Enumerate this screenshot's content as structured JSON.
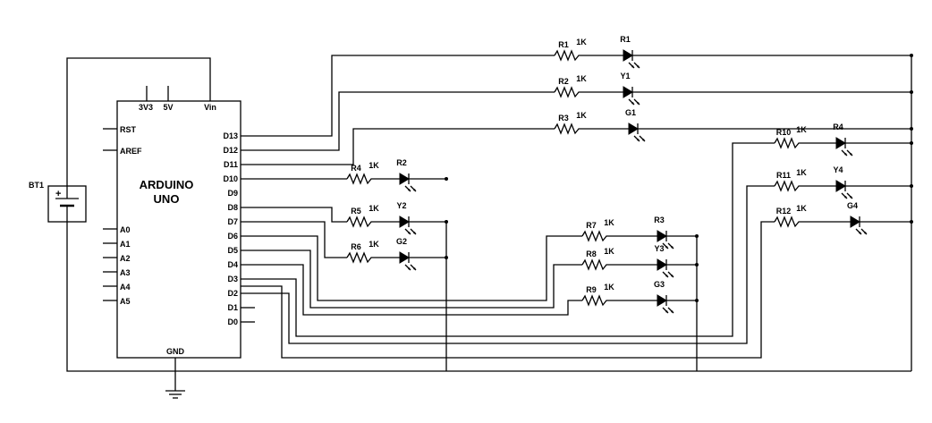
{
  "board": {
    "name_line1": "ARDUINO",
    "name_line2": "UNO",
    "top_pins": [
      "3V3",
      "5V",
      "Vin"
    ],
    "left_pins": [
      "RST",
      "AREF",
      "A0",
      "A1",
      "A2",
      "A3",
      "A4",
      "A5"
    ],
    "right_pins": [
      "D13",
      "D12",
      "D11",
      "D10",
      "D9",
      "D8",
      "D7",
      "D6",
      "D5",
      "D4",
      "D3",
      "D2",
      "D1",
      "D0"
    ],
    "bottom_pin": "GND"
  },
  "battery": {
    "label": "BT1",
    "plus": "+"
  },
  "resistor_value": "1K",
  "channels": [
    {
      "resistor": "R1",
      "led": "R1"
    },
    {
      "resistor": "R2",
      "led": "Y1"
    },
    {
      "resistor": "R3",
      "led": "G1"
    },
    {
      "resistor": "R4",
      "led": "R2"
    },
    {
      "resistor": "R5",
      "led": "Y2"
    },
    {
      "resistor": "R6",
      "led": "G2"
    },
    {
      "resistor": "R7",
      "led": "R3"
    },
    {
      "resistor": "R8",
      "led": "Y3"
    },
    {
      "resistor": "R9",
      "led": "G3"
    },
    {
      "resistor": "R10",
      "led": "R4"
    },
    {
      "resistor": "R11",
      "led": "Y4"
    },
    {
      "resistor": "R12",
      "led": "G4"
    }
  ]
}
